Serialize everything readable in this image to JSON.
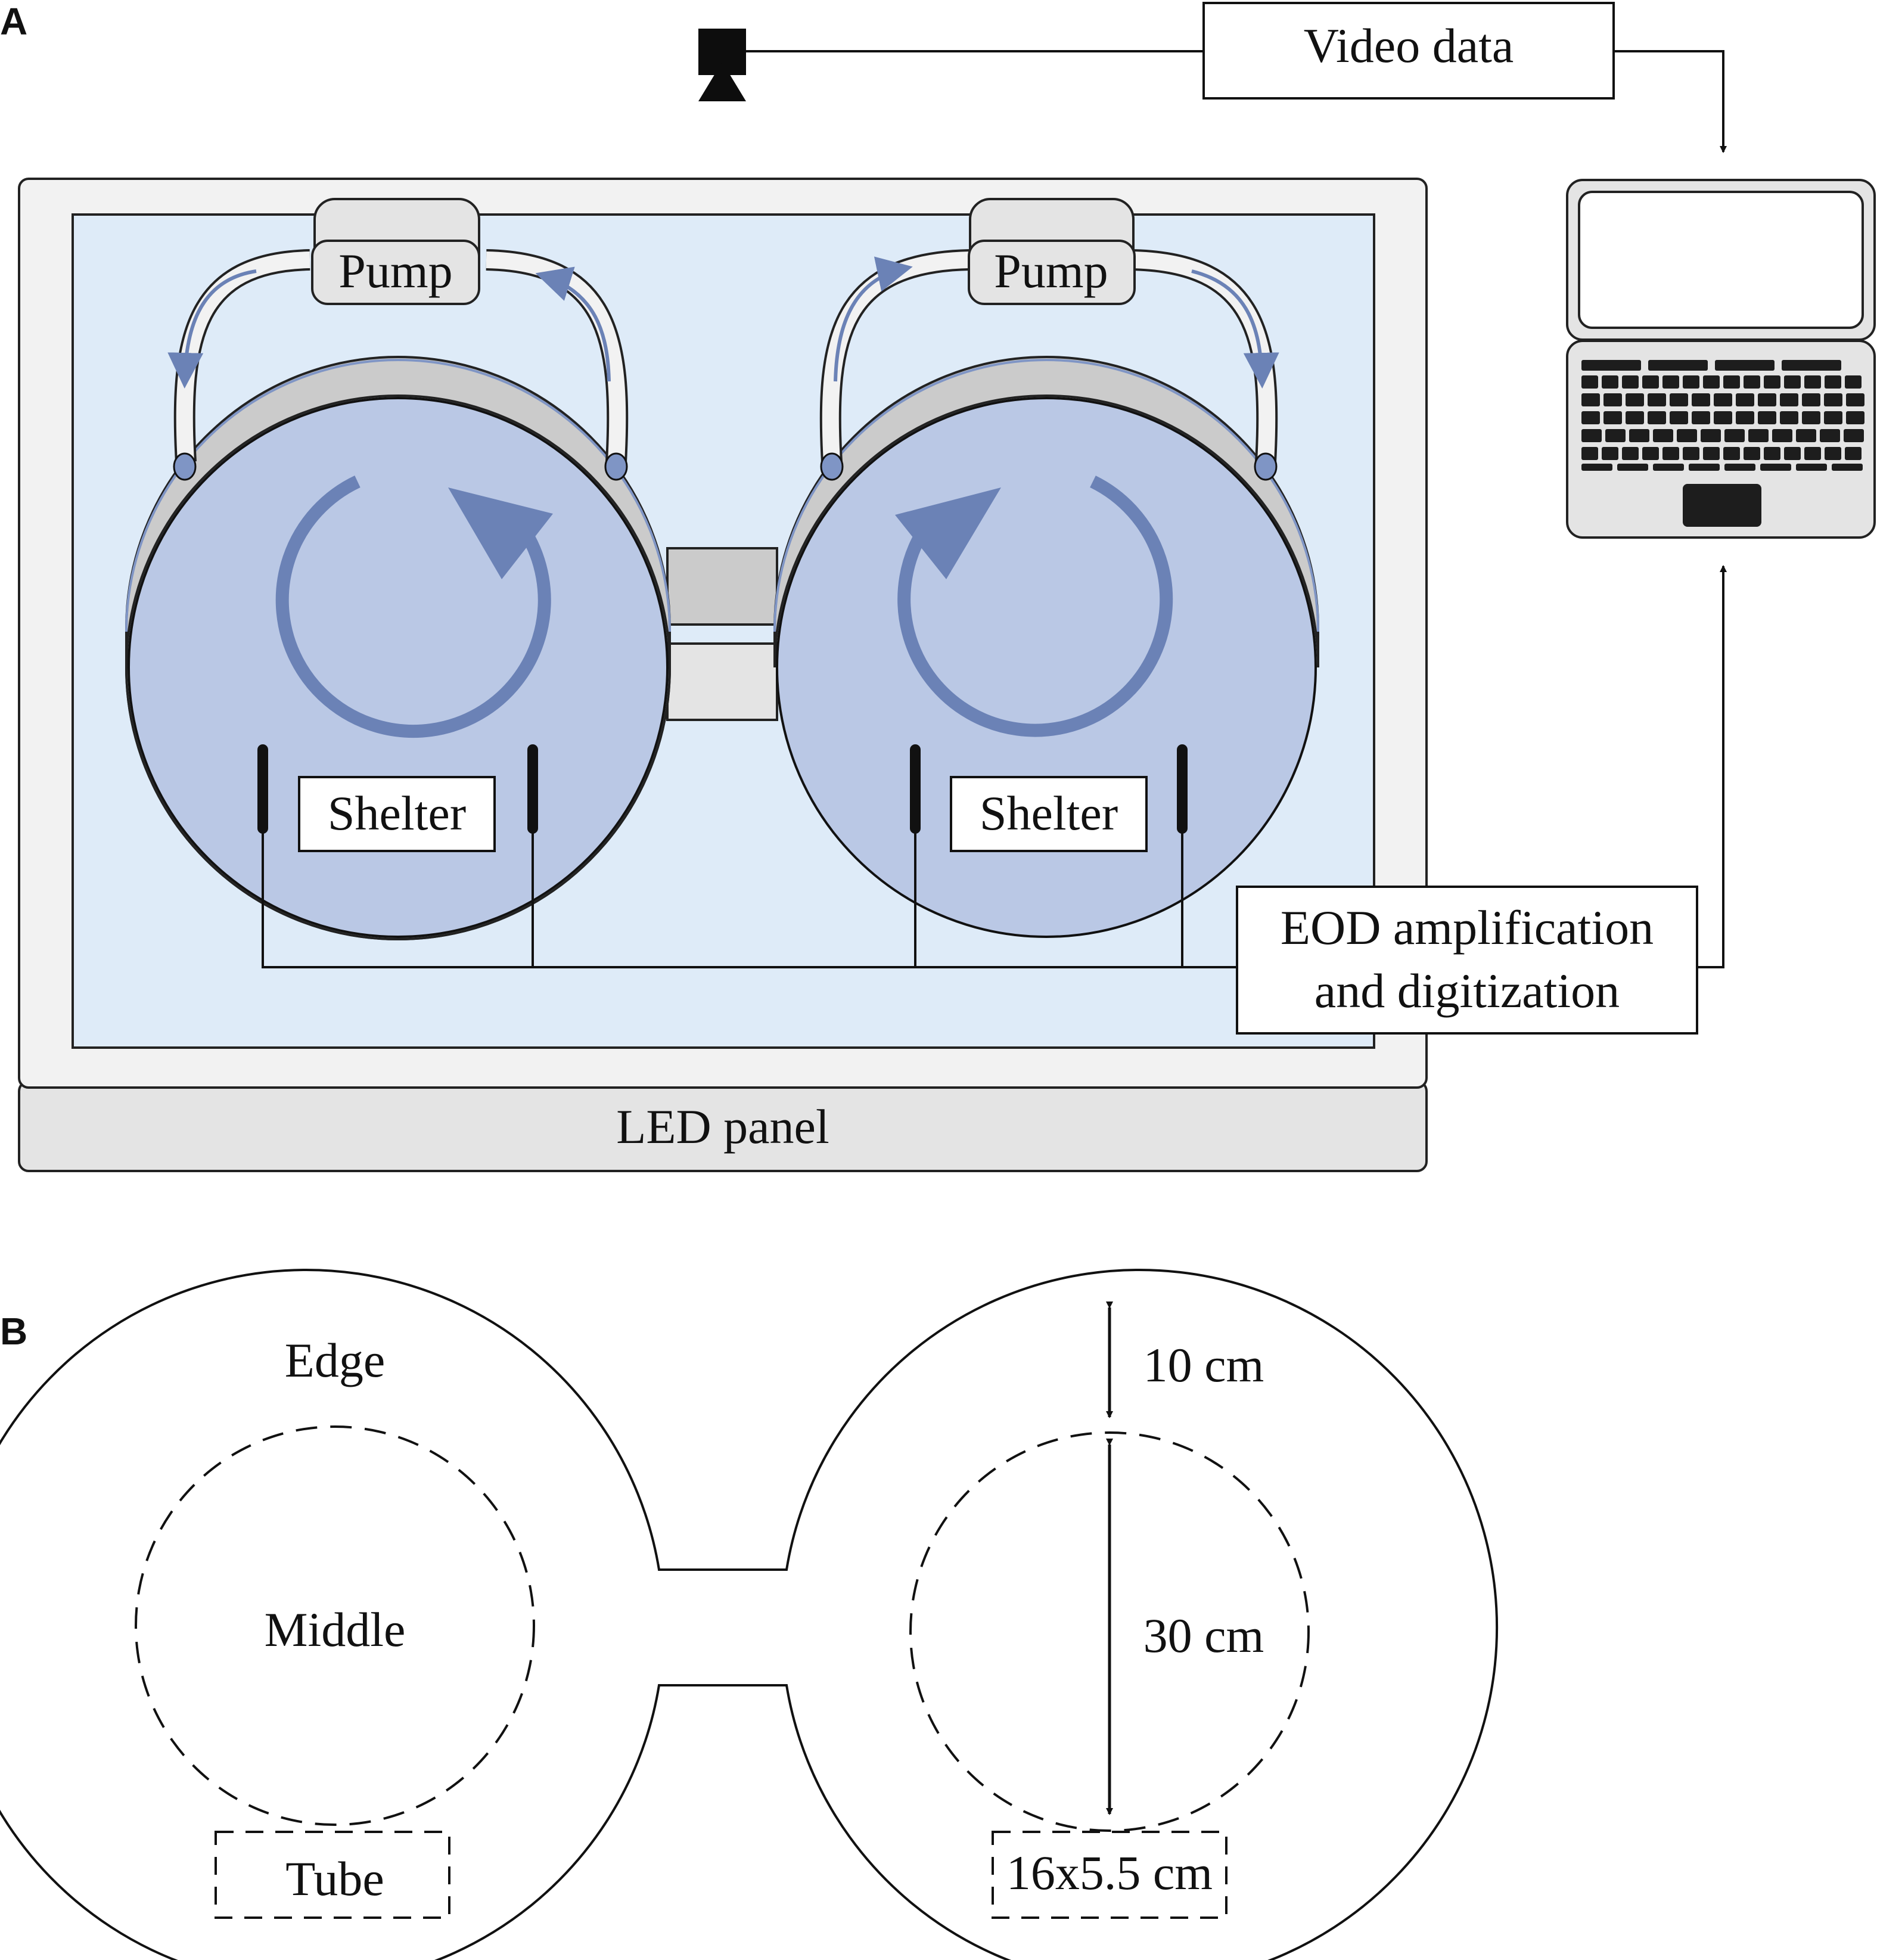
{
  "panel_a": {
    "letter": "A",
    "video_label": "Video data",
    "pump_labels": [
      "Pump",
      "Pump"
    ],
    "shelter_labels": [
      "Shelter",
      "Shelter"
    ],
    "eod_lines": [
      "EOD amplification",
      "and digitization"
    ],
    "led_label": "LED panel"
  },
  "panel_b": {
    "letter": "B",
    "edge_label": "Edge",
    "middle_label": "Middle",
    "tube_label": "Tube",
    "edge_width_label": "10 cm",
    "middle_diameter_label": "30 cm",
    "tube_size_label": "16x5.5 cm"
  },
  "colors": {
    "water": "#bac8e5",
    "panel_glow": "#deebf8",
    "flow_arrow": "#6b82b6",
    "gray_fill": "#e4e4e4",
    "rim_gray": "#cbcbcb"
  },
  "icons": [
    "camera-icon",
    "laptop-icon",
    "flow-arrow-icon",
    "pump-icon",
    "electrode-icon"
  ]
}
